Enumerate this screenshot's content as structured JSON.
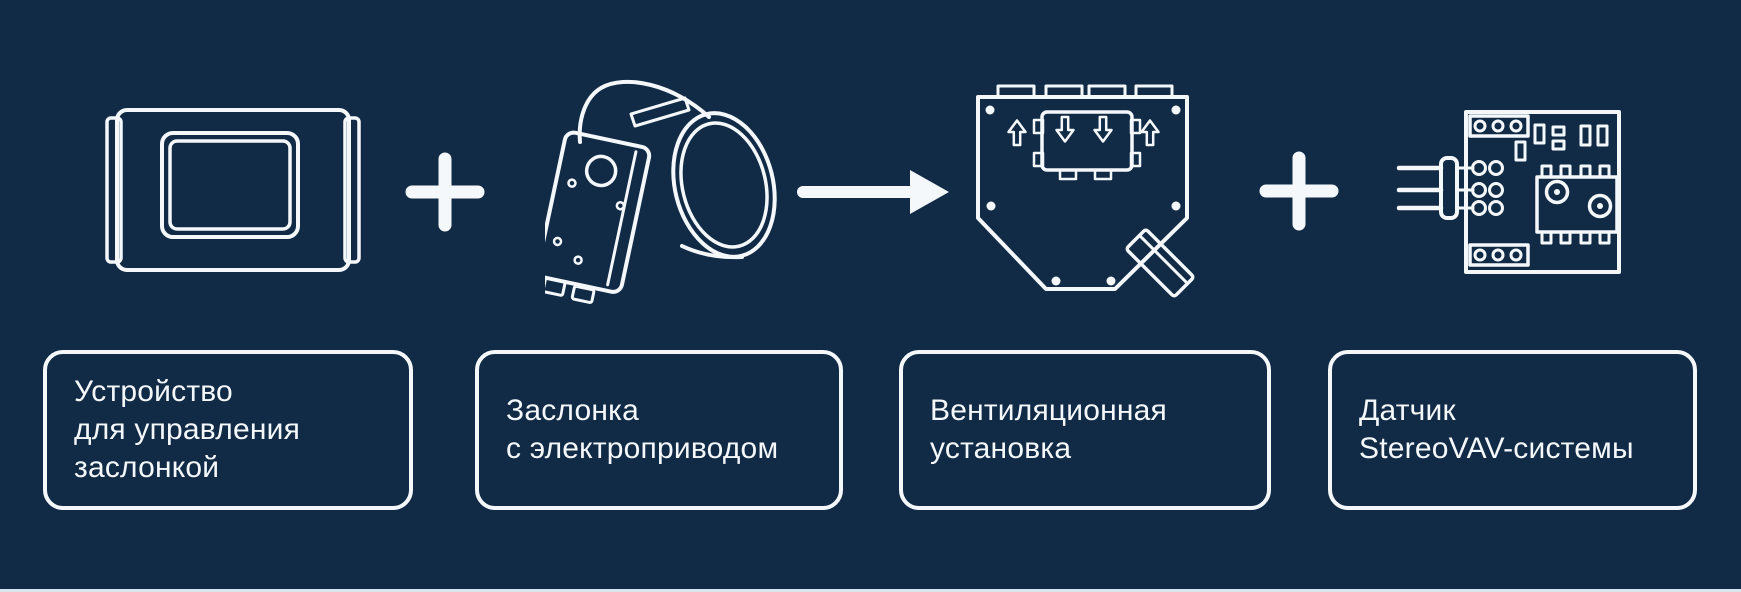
{
  "theme": {
    "background": "#112B47",
    "line_color": "#F5F8FA",
    "text_color": "#F5F8FA",
    "bottom_strip_color": "#D9E6EC"
  },
  "diagram": {
    "items": [
      {
        "icon": "damper-control-device-illustration",
        "label_lines": [
          "Устройство",
          "для управления",
          "заслонкой"
        ]
      },
      {
        "icon": "motorized-damper-illustration",
        "label_lines": [
          "Заслонка",
          "с электроприводом"
        ]
      },
      {
        "icon": "ventilation-unit-illustration",
        "label_lines": [
          "Вентиляционная",
          "установка"
        ]
      },
      {
        "icon": "stereovav-sensor-board-illustration",
        "label_lines": [
          "Датчик",
          "StereoVAV-системы"
        ]
      }
    ],
    "connectors": [
      {
        "type": "plus",
        "between": "item1-item2"
      },
      {
        "type": "arrow",
        "between": "item2-item3"
      },
      {
        "type": "plus",
        "between": "item3-item4"
      }
    ]
  }
}
